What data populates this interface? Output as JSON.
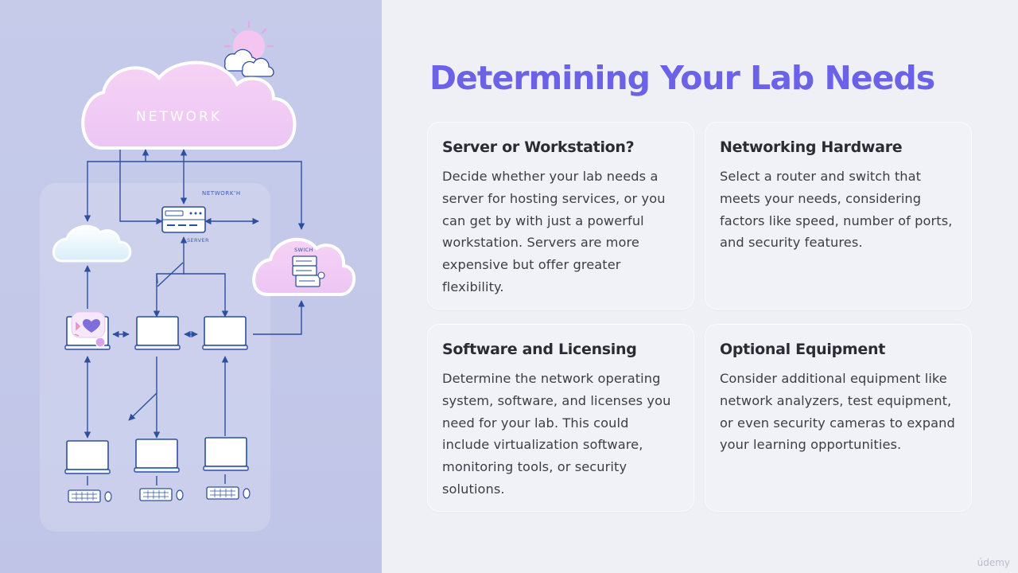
{
  "slide": {
    "title": "Determining Your Lab Needs"
  },
  "illustration": {
    "cloud_label": "NETWORK",
    "panel_label": "NETWORK’H",
    "server_label": "SERVER",
    "switch_label": "SWICH"
  },
  "cards": [
    {
      "title": "Server or Workstation?",
      "text": "Decide whether your lab needs a server for hosting services, or you can get by with just a powerful workstation. Servers are more expensive but offer greater flexibility."
    },
    {
      "title": "Networking Hardware",
      "text": "Select a router and switch that meets your needs, considering factors like speed, number of ports, and security features."
    },
    {
      "title": "Software and Licensing",
      "text": "Determine the network operating system, software, and licenses you need for your lab. This could include virtualization software, monitoring tools, or security solutions."
    },
    {
      "title": "Optional Equipment",
      "text": "Consider additional equipment like network analyzers, test equipment, or even security cameras to expand your learning opportunities."
    }
  ],
  "watermark": "údemy",
  "colors": {
    "title": "#6b62e8",
    "left_background": "#c6cbea",
    "connector_lines": "#2d4fa0",
    "cloud_pink": "#f2c8f2"
  }
}
